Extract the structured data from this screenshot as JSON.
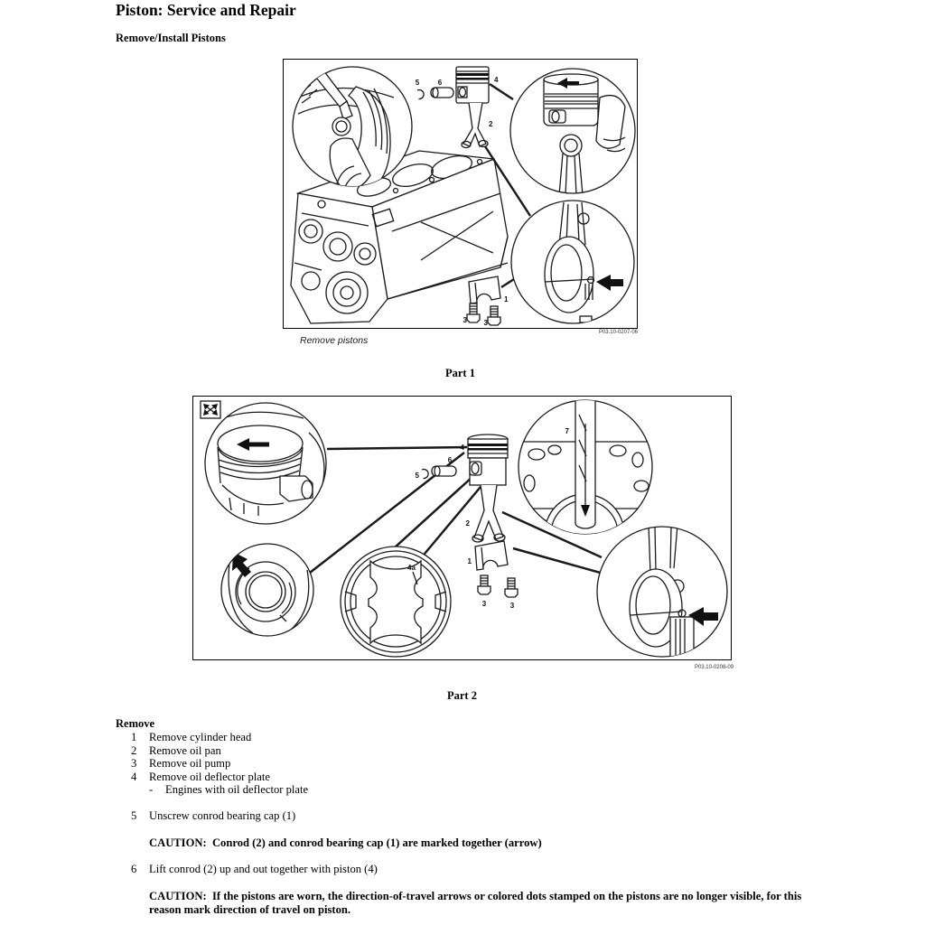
{
  "page": {
    "title": "Piston: Service and Repair",
    "section_heading": "Remove/Install Pistons"
  },
  "figure1": {
    "caption": "Remove pistons",
    "code": "P03.10-0207-06",
    "part_label": "Part 1",
    "labels": {
      "n1": "1",
      "n2": "2",
      "n3a": "3",
      "n3b": "3",
      "n4": "4",
      "n5": "5",
      "n6": "6"
    }
  },
  "figure2": {
    "code": "P03.10-0208-09",
    "part_label": "Part 2",
    "labels": {
      "n1": "1",
      "n2": "2",
      "n3a": "3",
      "n3b": "3",
      "n4": "4",
      "n4a": "4a",
      "n5": "5",
      "n6": "6",
      "n7": "7"
    }
  },
  "procedure": {
    "heading": "Remove",
    "steps": [
      {
        "num": "1",
        "text": "Remove cylinder head"
      },
      {
        "num": "2",
        "text": "Remove oil pan"
      },
      {
        "num": "3",
        "text": "Remove oil pump"
      },
      {
        "num": "4",
        "text": "Remove oil deflector plate"
      }
    ],
    "sub_bullet": {
      "dash": "-",
      "text": "Engines with oil deflector plate"
    },
    "step5": {
      "num": "5",
      "text": "Unscrew conrod bearing cap (1)"
    },
    "caution1": "CAUTION:  Conrod (2) and conrod bearing cap (1) are marked together (arrow)",
    "step6": {
      "num": "6",
      "text": "Lift conrod (2) up and out together with piston (4)"
    },
    "caution2": "CAUTION:  If the pistons are worn, the direction-of-travel arrows or colored dots stamped on the pistons are no longer visible, for this reason mark direction of travel on piston."
  }
}
